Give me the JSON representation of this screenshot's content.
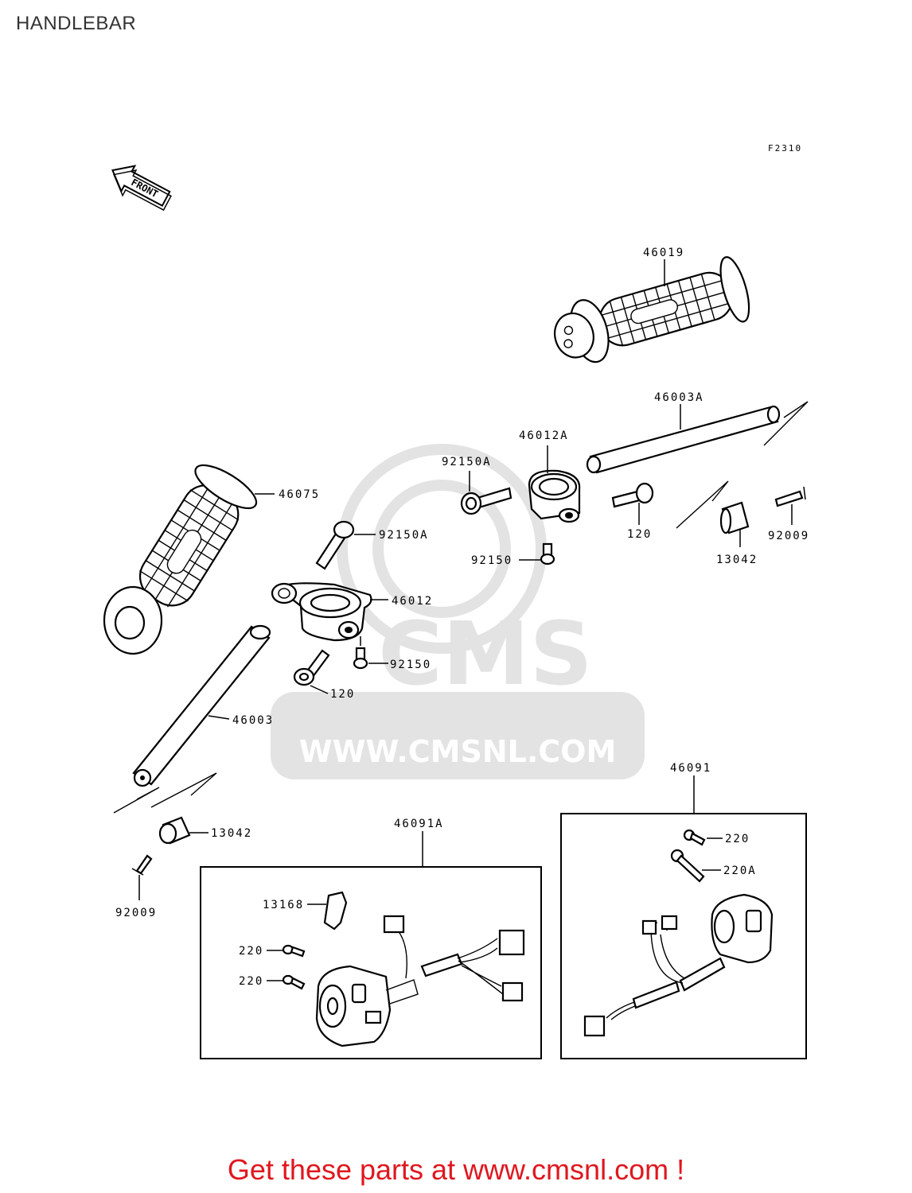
{
  "title": "HANDLEBAR",
  "figure_code": "F2310",
  "front_arrow_label": "FRONT",
  "watermark": {
    "brand": "CMS",
    "url": "WWW.CMSNL.COM"
  },
  "footer_text": "Get these parts at www.cmsnl.com !",
  "part_labels": {
    "p46019": "46019",
    "p46003A": "46003A",
    "p46012A": "46012A",
    "p92150A_top": "92150A",
    "p120_top": "120",
    "p92009_top": "92009",
    "p13042_top": "13042",
    "p92150_top": "92150",
    "p46075": "46075",
    "p92150A_mid": "92150A",
    "p46012": "46012",
    "p92150_mid": "92150",
    "p120_mid": "120",
    "p46003": "46003",
    "p13042_bot": "13042",
    "p92009_bot": "92009",
    "p46091A": "46091A",
    "p13168": "13168",
    "p220_a": "220",
    "p220_b": "220",
    "p46091": "46091",
    "p220_c": "220",
    "p220A": "220A"
  },
  "colors": {
    "footer": "#e0171f",
    "watermark": "#e3e3e3"
  }
}
